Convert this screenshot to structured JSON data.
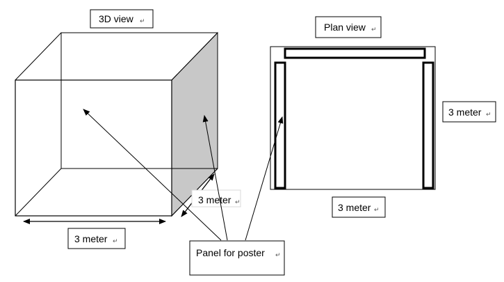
{
  "labels": {
    "view_3d": "3D view",
    "plan_view": "Plan view",
    "dim_front_width": "3 meter",
    "dim_side_depth": "3 meter",
    "dim_plan_height": "3 meter",
    "dim_plan_width": "3 meter",
    "panel_label": "Panel for poster"
  },
  "paragraph_mark": "↵",
  "colors": {
    "side_panel_fill": "#c8c8c8",
    "line": "#000000"
  }
}
